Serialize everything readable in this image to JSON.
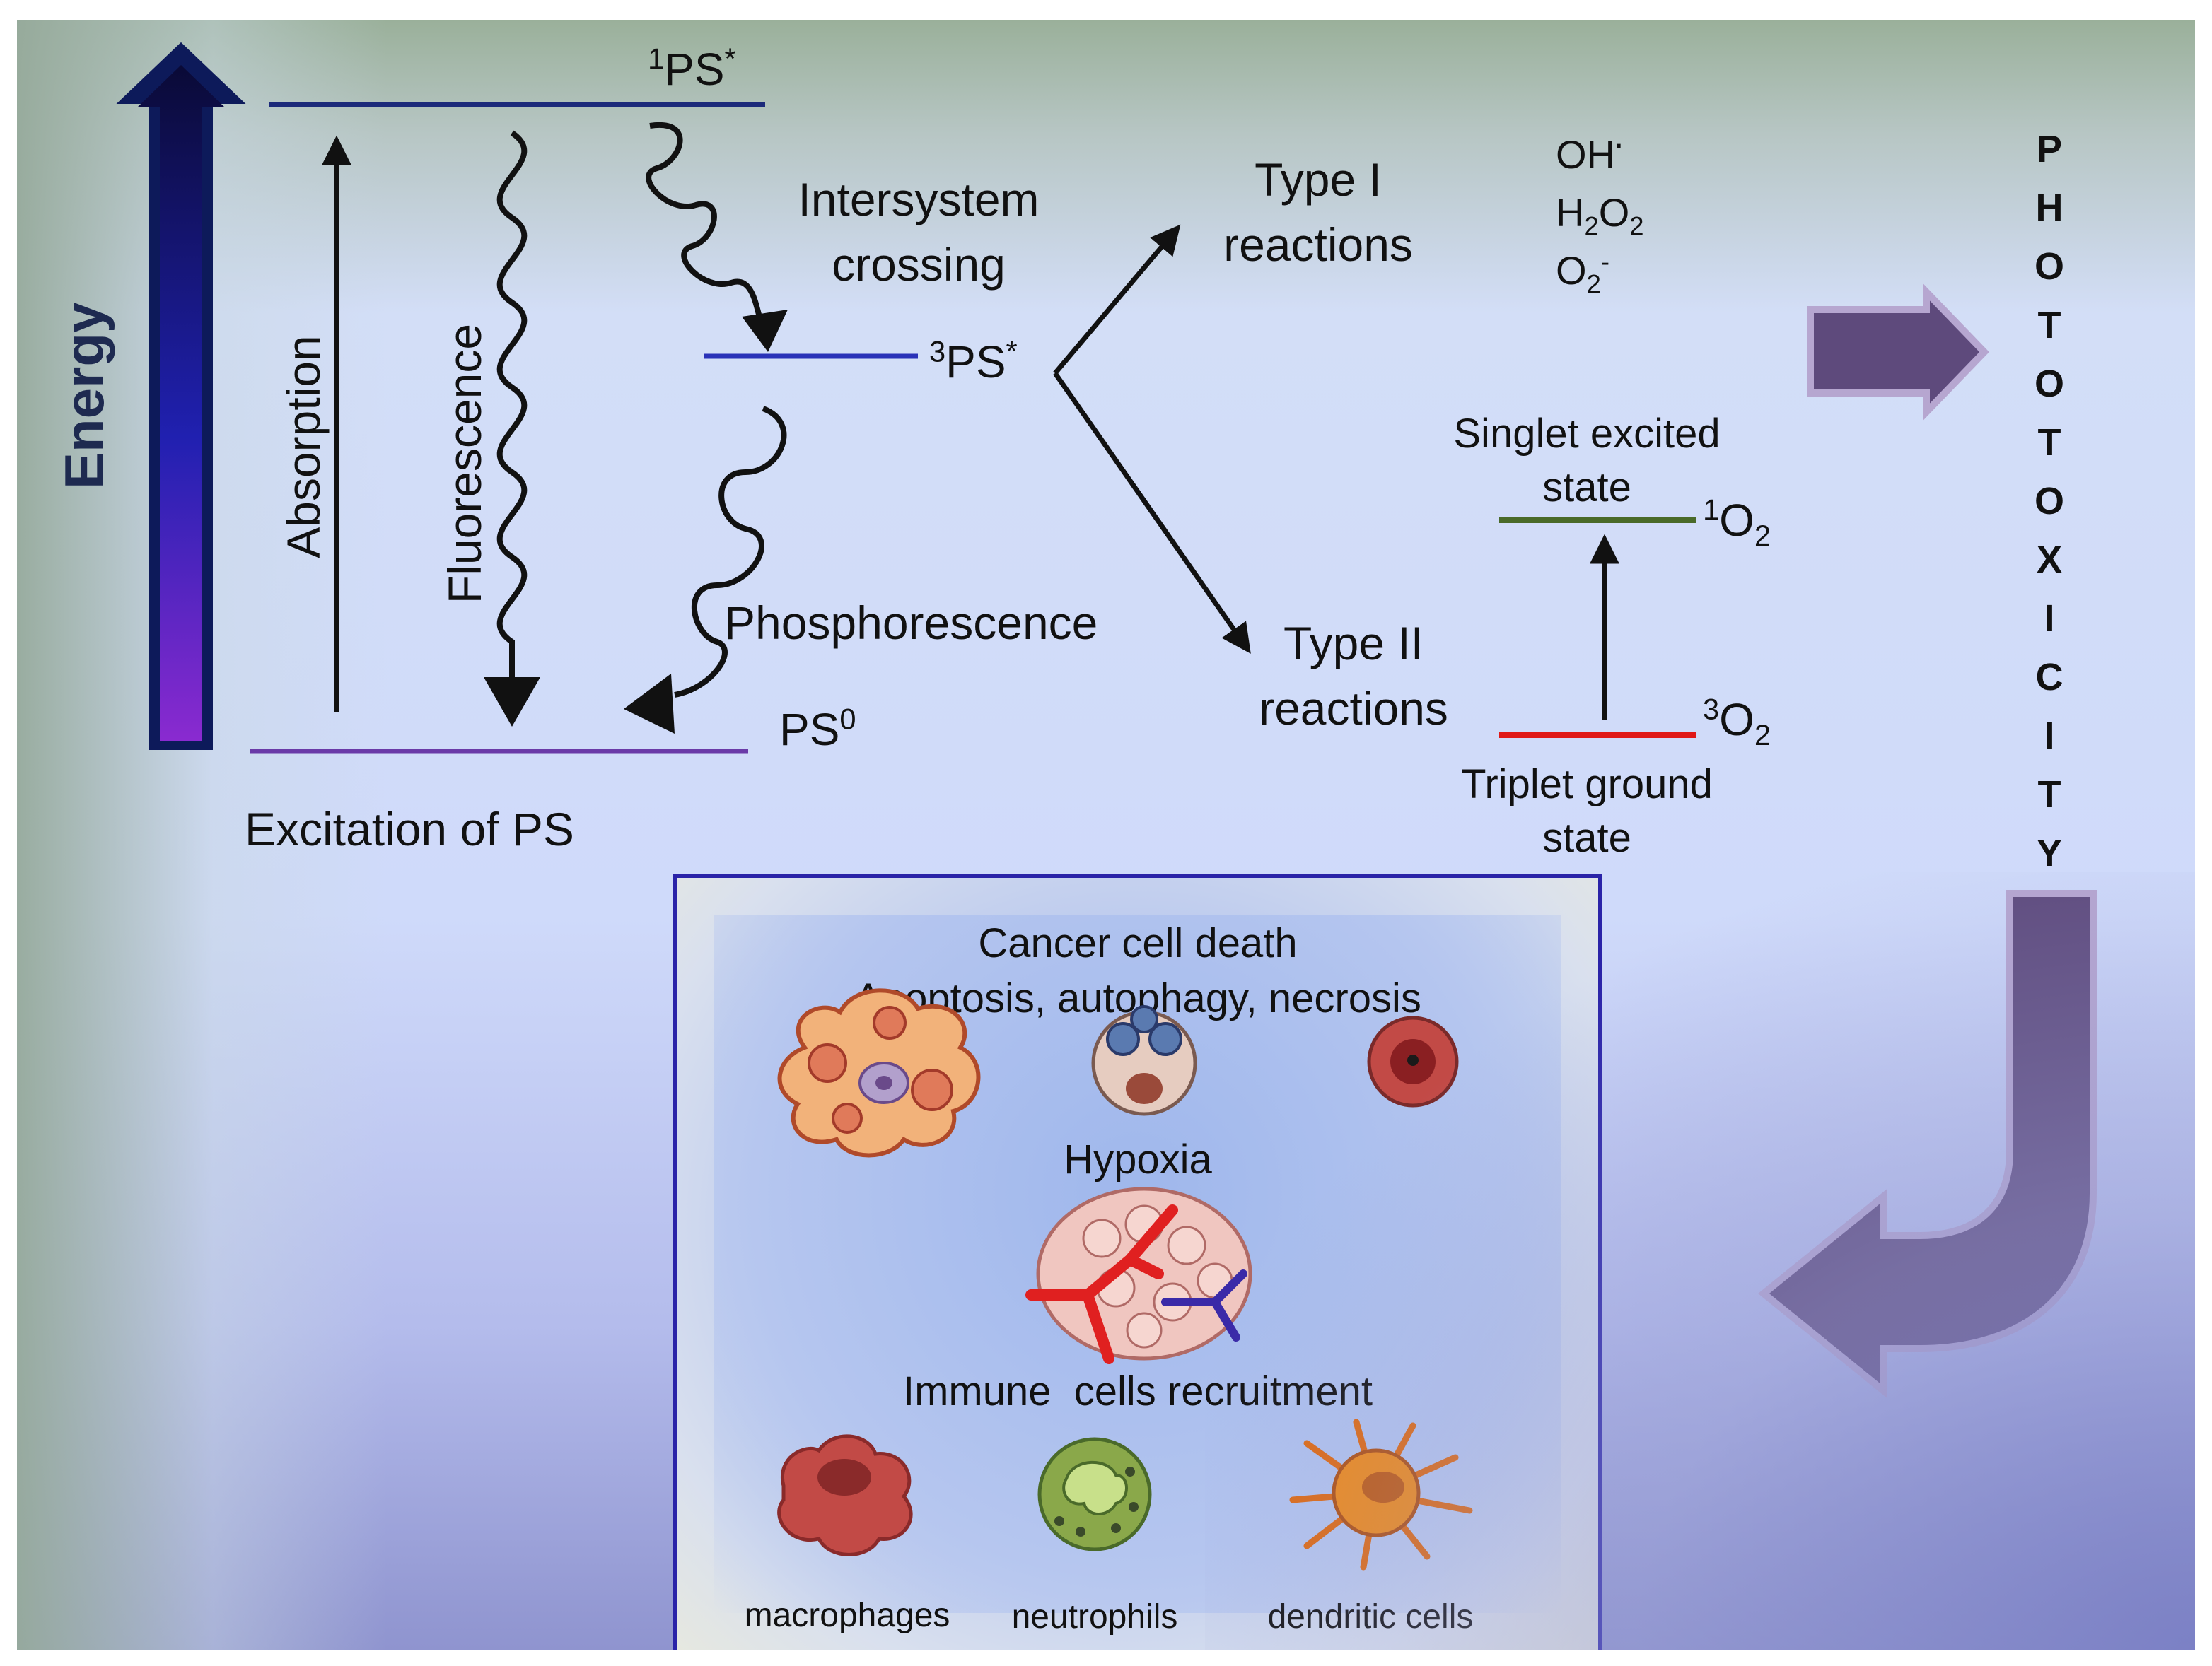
{
  "diagram": {
    "energy_label": "Energy",
    "levels": {
      "singlet_excited_ps": "PS",
      "singlet_excited_ps_sup": "1",
      "singlet_excited_ps_star": "*",
      "triplet_excited_ps": "PS",
      "triplet_excited_ps_sup": "3",
      "triplet_excited_ps_star": "*",
      "ground_ps": "PS",
      "ground_ps_sup": "0"
    },
    "transitions": {
      "absorption": "Absorption",
      "fluorescence": "Fluorescence",
      "intersystem_line1": "Intersystem",
      "intersystem_line2": "crossing",
      "phosphorescence": "Phosphorescence"
    },
    "excitation_caption": "Excitation of PS",
    "type1": {
      "line1": "Type I",
      "line2": "reactions"
    },
    "type2": {
      "line1": "Type II",
      "line2": "reactions"
    },
    "ros": {
      "oh": "OH",
      "oh_sup": "·",
      "h2o2_a": "H",
      "h2o2_sub1": "2",
      "h2o2_b": "O",
      "h2o2_sub2": "2",
      "superoxide": "O",
      "superoxide_sub": "2",
      "superoxide_sup": "-"
    },
    "oxygen": {
      "singlet_label_line1": "Singlet excited",
      "singlet_label_line2": "state",
      "singlet_sup": "1",
      "singlet_o": "O",
      "singlet_sub": "2",
      "triplet_label_line1": "Triplet ground",
      "triplet_label_line2": "state",
      "triplet_sup": "3",
      "triplet_o": "O",
      "triplet_sub": "2"
    },
    "photo_letters": [
      "P",
      "H",
      "O",
      "T",
      "O",
      "T",
      "O",
      "X",
      "I",
      "C",
      "I",
      "T",
      "Y"
    ],
    "outcome": {
      "cell_death_title": "Cancer cell death",
      "cell_death_types": "Apoptosis, autophagy, necrosis",
      "hypoxia": "Hypoxia",
      "immune_title": "Immune  cells recruitment",
      "cells": [
        "macrophages",
        "neutrophils",
        "dendritic cells"
      ]
    },
    "colors": {
      "singlet_ps_line": "#1c2a7a",
      "triplet_ps_line": "#2a32b8",
      "ground_ps_line": "#6a3aa8",
      "singlet_o2_line": "#4a6a2a",
      "triplet_o2_line": "#e01818",
      "photo_arrow": "#5e4a7c",
      "box_border": "#2a23a8"
    }
  }
}
